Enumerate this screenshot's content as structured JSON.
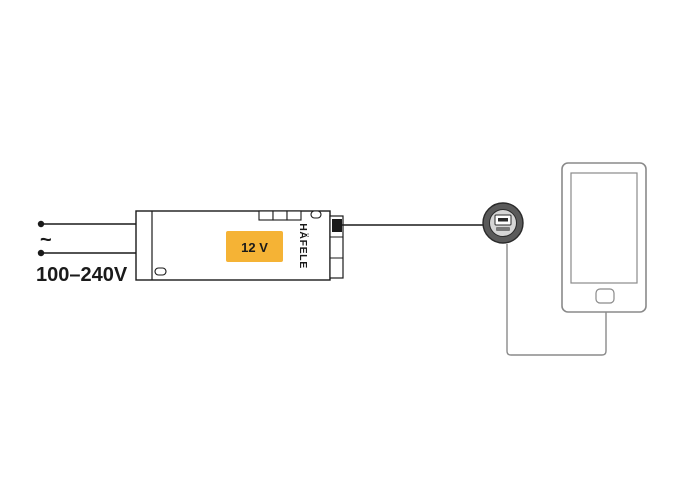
{
  "input": {
    "ac_symbol": "~",
    "voltage_range": "100–240V"
  },
  "driver": {
    "output_label": "12 V",
    "brand": "HÄFELE",
    "label_color": "#f5b335"
  },
  "icons": {
    "usb_charger": "usb-socket-icon",
    "device": "smartphone-icon"
  }
}
